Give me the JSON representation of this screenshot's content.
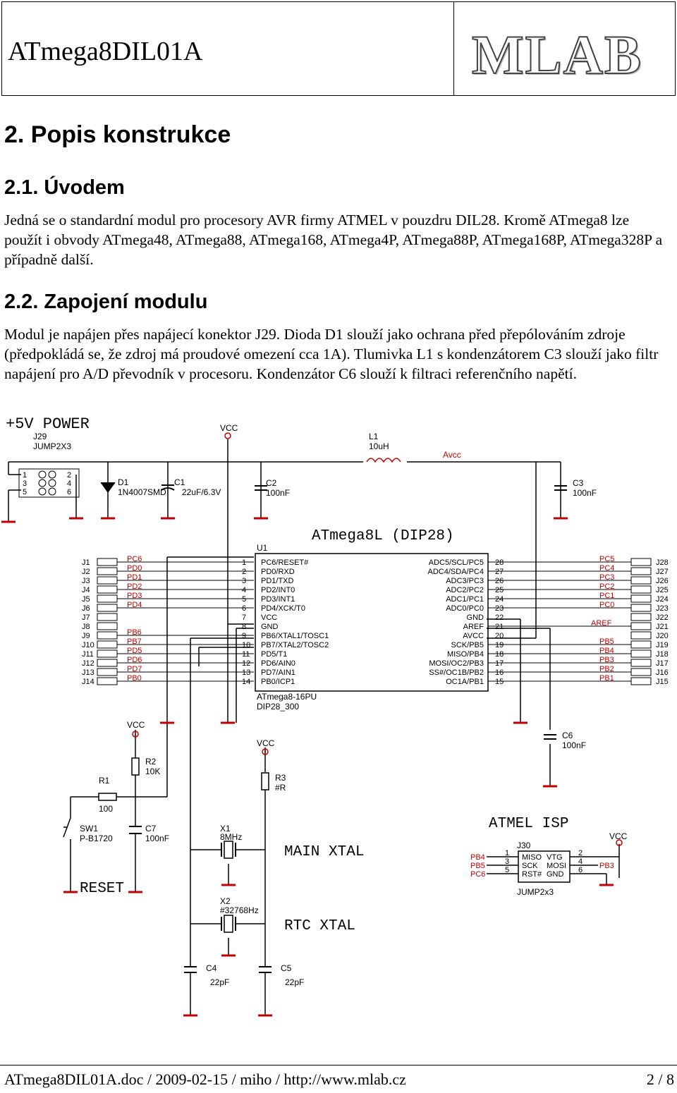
{
  "header": {
    "doc_title": "ATmega8DIL01A",
    "logo_text": "MLAB"
  },
  "section": {
    "title": "2. Popis konstrukce"
  },
  "intro": {
    "title": "2.1. Úvodem",
    "text": "Jedná se o standardní modul pro procesory AVR firmy ATMEL v pouzdru DIL28. Kromě ATmega8 lze použít i obvody ATmega48, ATmega88, ATmega168, ATmega4P, ATmega88P, ATmega168P, ATmega328P a případně další."
  },
  "wiring": {
    "title": "2.2. Zapojení modulu",
    "text": "Modul je napájen přes napájecí konektor J29. Dioda D1 slouží jako ochrana před přepólováním zdroje (předpokládá se, že zdroj má proudové omezení cca 1A). Tlumivka L1 s kondenzátorem C3 slouží jako filtr napájení pro A/D převodník v procesoru. Kondenzátor C6 slouží k filtraci referenčního napětí."
  },
  "schematic": {
    "power_title": "+5V POWER",
    "j29_name": "J29",
    "j29_type": "JUMP2X3",
    "j29_pins": [
      "1",
      "2",
      "3",
      "4",
      "5",
      "6"
    ],
    "vcc": "VCC",
    "avcc": "Avcc",
    "d1_name": "D1",
    "d1_type": "1N4007SMD",
    "c1_name": "C1",
    "c1_value": "22uF/6.3V",
    "c2_name": "C2",
    "c2_value": "100nF",
    "c3_name": "C3",
    "c3_value": "100nF",
    "l1_name": "L1",
    "l1_value": "10uH",
    "mcu_title": "ATmega8L (DIP28)",
    "u1_name": "U1",
    "u1_part": "ATmega8-16PU",
    "u1_package": "DIP28_300",
    "left_pin_numbers": [
      "1",
      "2",
      "3",
      "4",
      "5",
      "6",
      "7",
      "8",
      "9",
      "10",
      "11",
      "12",
      "13",
      "14"
    ],
    "left_pin_names": [
      "PC6/RESET#",
      "PD0/RXD",
      "PD1/TXD",
      "PD2/INT0",
      "PD3/INT1",
      "PD4/XCK/T0",
      "VCC",
      "GND",
      "PB6/XTAL1/TOSC1",
      "PB7/XTAL2/TOSC2",
      "PD5/T1",
      "PD6/AIN0",
      "PD7/AIN1",
      "PB0/ICP1"
    ],
    "right_pin_numbers": [
      "28",
      "27",
      "26",
      "25",
      "24",
      "23",
      "22",
      "21",
      "20",
      "19",
      "18",
      "17",
      "16",
      "15"
    ],
    "right_pin_names": [
      "ADC5/SCL/PC5",
      "ADC4/SDA/PC4",
      "ADC3/PC3",
      "ADC2/PC2",
      "ADC1/PC1",
      "ADC0/PC0",
      "GND",
      "AREF",
      "AVCC",
      "SCK/PB5",
      "MISO/PB4",
      "MOSI/OC2/PB3",
      "SS#/OC1B/PB2",
      "OC1A/PB1"
    ],
    "left_headers": [
      "J1",
      "J2",
      "J3",
      "J4",
      "J5",
      "J6",
      "J7",
      "J8",
      "J9",
      "J10",
      "J11",
      "J12",
      "J13",
      "J14"
    ],
    "left_nets": [
      "PC6",
      "PD0",
      "PD1",
      "PD2",
      "PD3",
      "PD4",
      "",
      "",
      "PB6",
      "PB7",
      "PD5",
      "PD6",
      "PD7",
      "PB0"
    ],
    "right_headers": [
      "J28",
      "J27",
      "J26",
      "J25",
      "J24",
      "J23",
      "J22",
      "J21",
      "J20",
      "J19",
      "J18",
      "J17",
      "J16",
      "J15"
    ],
    "right_nets": [
      "PC5",
      "PC4",
      "PC3",
      "PC2",
      "PC1",
      "PC0",
      "",
      "AREF",
      "",
      "PB5",
      "PB4",
      "PB3",
      "PB2",
      "PB1"
    ],
    "r1_name": "R1",
    "r1_value": "100",
    "r2_name": "R2",
    "r2_value": "10K",
    "r3_name": "R3",
    "r3_value": "#R",
    "sw1_name": "SW1",
    "sw1_type": "P-B1720",
    "c7_name": "C7",
    "c7_value": "100nF",
    "c6_name": "C6",
    "c6_value": "100nF",
    "reset_label": "RESET",
    "x1_name": "X1",
    "x1_value": "8MHz",
    "x2_name": "X2",
    "x2_value": "#32768Hz",
    "main_xtal": "MAIN XTAL",
    "rtc_xtal": "RTC XTAL",
    "c4_name": "C4",
    "c4_value": "22pF",
    "c5_name": "C5",
    "c5_value": "22pF",
    "isp_title": "ATMEL ISP",
    "j30_name": "J30",
    "j30_type": "JUMP2x3",
    "isp_left_nets": [
      "PB4",
      "PB5",
      "PC6"
    ],
    "isp_left_pins": [
      "1",
      "3",
      "5"
    ],
    "isp_right_pins": [
      "2",
      "4",
      "6"
    ],
    "isp_inner_left": [
      "MISO",
      "SCK",
      "RST#"
    ],
    "isp_inner_right": [
      "VTG",
      "MOSI",
      "GND"
    ],
    "isp_right_net": "PB3"
  },
  "footer": {
    "left": "ATmega8DIL01A.doc / 2009-02-15 / miho / http://www.mlab.cz",
    "right": "2 / 8"
  },
  "colors": {
    "net_red": "#c00000",
    "wire": "#000000"
  }
}
